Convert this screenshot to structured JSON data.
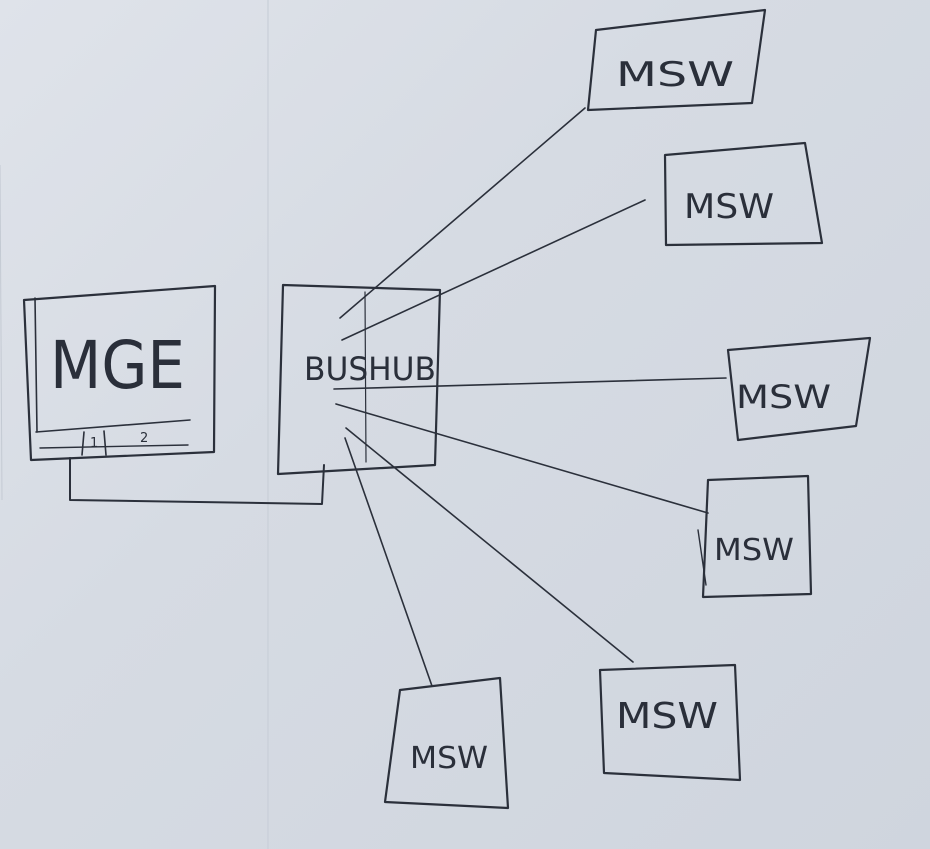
{
  "nodes": {
    "mge": {
      "label": "MGE",
      "slots": [
        "1",
        "2"
      ]
    },
    "bushub": {
      "label": "BUSHUB"
    },
    "msw": [
      {
        "label": "MSW"
      },
      {
        "label": "MSW"
      },
      {
        "label": "MSW"
      },
      {
        "label": "MSW"
      },
      {
        "label": "MSW"
      },
      {
        "label": "MSW"
      }
    ]
  },
  "colors": {
    "paper": "#d9dee6",
    "ink": "#2b303b"
  }
}
